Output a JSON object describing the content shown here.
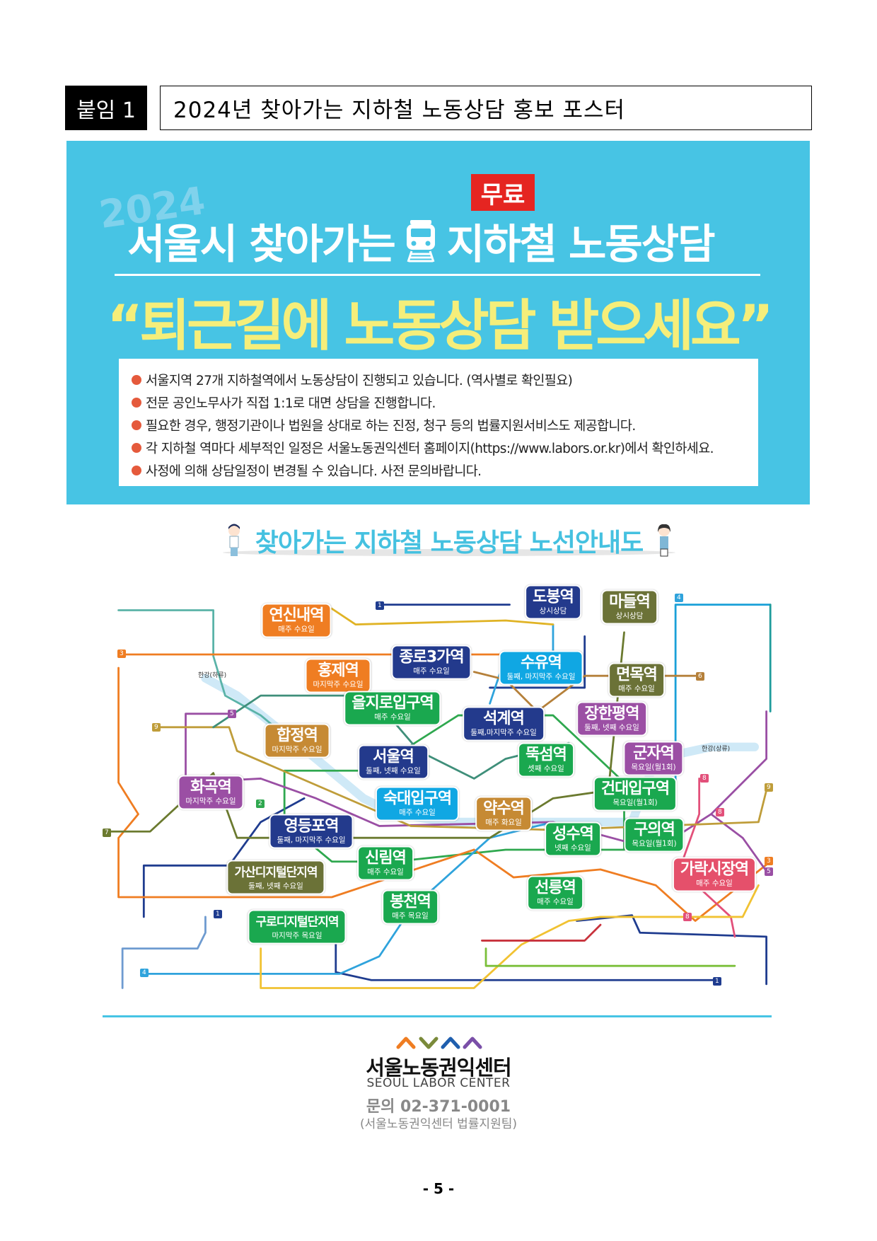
{
  "header": {
    "tag": "붙임 1",
    "title": "2024년  찾아가는  지하철  노동상담  홍보  포스터"
  },
  "poster": {
    "free_badge": "무료",
    "year": "2024",
    "title_left": "서울시 찾아가는",
    "title_right": "지하철 노동상담",
    "slogan": "“퇴근길에 노동상담 받으세요”",
    "bullets": [
      "서울지역 27개 지하철역에서 노동상담이 진행되고 있습니다. (역사별로 확인필요)",
      "전문 공인노무사가 직접 1:1로 대면 상담을 진행합니다.",
      "필요한 경우, 행정기관이나 법원을 상대로 하는 진정, 청구 등의 법률지원서비스도 제공합니다.",
      "각 지하철 역마다 세부적인 일정은 서울노동권익센터 홈페이지(https://www.labors.or.kr)에서 확인하세요.",
      "사정에 의해 상담일정이 변경될 수 있습니다. 사전 문의바랍니다."
    ],
    "colors": {
      "background": "#47c4e4",
      "free": "#e52521",
      "slogan": "#f5ee7a",
      "bullet": "#e55a3c"
    }
  },
  "map": {
    "subtitle": "찾아가는 지하철 노동상담 노선안내도",
    "stations": [
      {
        "name": "연신내역",
        "schedule": "매주 수요일",
        "color": "#ef7d22"
      },
      {
        "name": "홍제역",
        "schedule": "마지막주 수요일",
        "color": "#ef7d22"
      },
      {
        "name": "종로3가역",
        "schedule": "매주 수요일",
        "color": "#233a8c"
      },
      {
        "name": "도봉역",
        "schedule": "상시상담",
        "color": "#233a8c"
      },
      {
        "name": "마들역",
        "schedule": "상시상담",
        "color": "#6b7237"
      },
      {
        "name": "수유역",
        "schedule": "둘째, 마지막주 수요일",
        "color": "#10a7e3"
      },
      {
        "name": "면목역",
        "schedule": "매주 수요일",
        "color": "#6b7237"
      },
      {
        "name": "을지로입구역",
        "schedule": "매주 수요일",
        "color": "#1aa84f"
      },
      {
        "name": "석계역",
        "schedule": "둘째,마지막주 수요일",
        "color": "#233a8c"
      },
      {
        "name": "장한평역",
        "schedule": "둘째, 넷째 수요일",
        "color": "#9b4fa4"
      },
      {
        "name": "군자역",
        "schedule": "목요일(월1회)",
        "color": "#9b4fa4"
      },
      {
        "name": "합정역",
        "schedule": "마지막주 수요일",
        "color": "#c68a34"
      },
      {
        "name": "서울역",
        "schedule": "둘째, 넷째 수요일",
        "color": "#233a8c"
      },
      {
        "name": "뚝섬역",
        "schedule": "셋째 수요일",
        "color": "#1aa84f"
      },
      {
        "name": "건대입구역",
        "schedule": "목요일(월1회)",
        "color": "#1aa84f"
      },
      {
        "name": "화곡역",
        "schedule": "마지막주 수요일",
        "color": "#9b4fa4"
      },
      {
        "name": "숙대입구역",
        "schedule": "매주 수요일",
        "color": "#10a7e3"
      },
      {
        "name": "약수역",
        "schedule": "매주 화요일",
        "color": "#c68a34"
      },
      {
        "name": "성수역",
        "schedule": "넷째 수요일",
        "color": "#1aa84f"
      },
      {
        "name": "구의역",
        "schedule": "목요일(월1회)",
        "color": "#1aa84f"
      },
      {
        "name": "영등포역",
        "schedule": "둘째, 마지막주 수요일",
        "color": "#233a8c"
      },
      {
        "name": "가락시장역",
        "schedule": "매주 수요일",
        "color": "#e5506b"
      },
      {
        "name": "신림역",
        "schedule": "매주 수요일",
        "color": "#1aa84f"
      },
      {
        "name": "가산디지털단지역",
        "schedule": "둘째, 넷째 수요일",
        "color": "#6b7237"
      },
      {
        "name": "봉천역",
        "schedule": "매주 목요일",
        "color": "#1aa84f"
      },
      {
        "name": "선릉역",
        "schedule": "매주 수요일",
        "color": "#1aa84f"
      },
      {
        "name": "구로디지털단지역",
        "schedule": "마지막주 목요일",
        "color": "#1aa84f"
      }
    ],
    "line_badges": [
      "1",
      "4",
      "3",
      "6",
      "5",
      "9",
      "7",
      "2",
      "8",
      "8",
      "3",
      "5",
      "9",
      "1",
      "4",
      "1",
      "8"
    ],
    "river_labels": [
      "한강(하류)",
      "한강(상류)"
    ]
  },
  "footer": {
    "org_ko": "서울노동권익센터",
    "org_en": "SEOUL LABOR CENTER",
    "contact": "문의 02-371-0001",
    "team": "(서울노동권익센터 법률지원팀)",
    "page": "-  5  -"
  }
}
